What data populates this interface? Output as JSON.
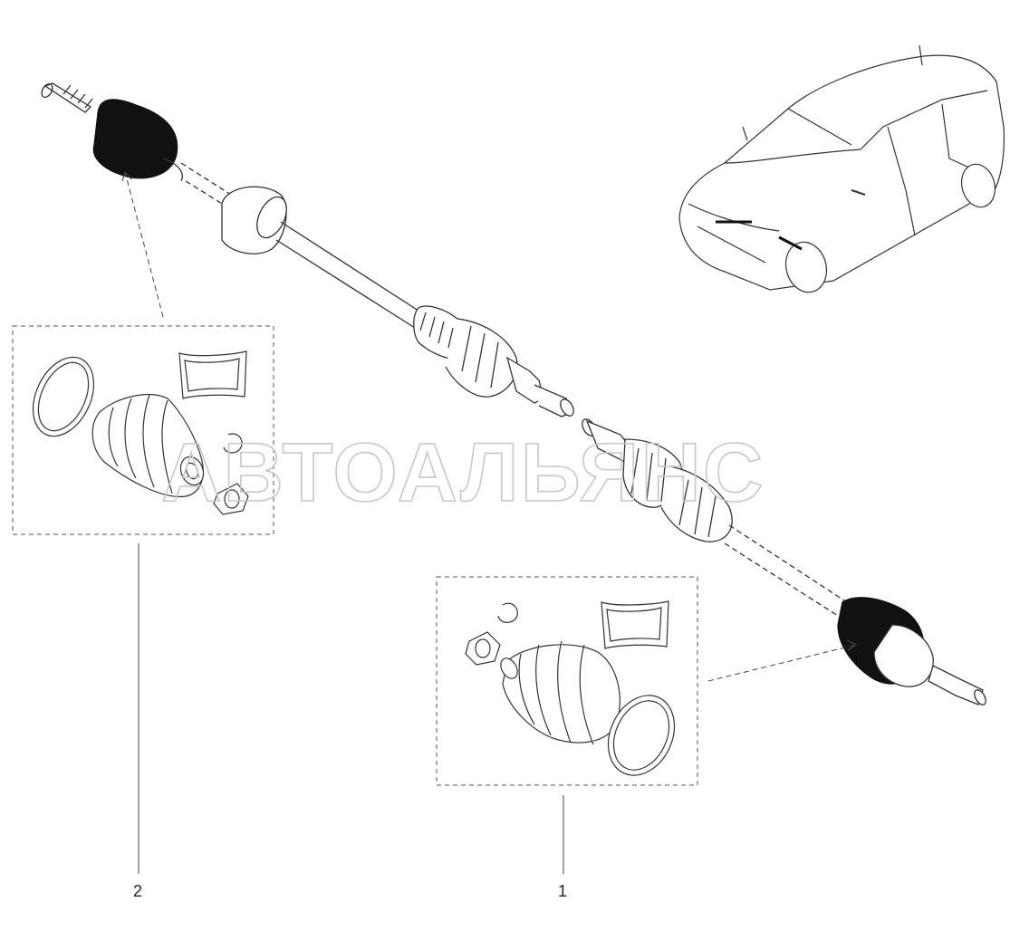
{
  "watermark": "АВТОАЛЬЯНС",
  "callouts": [
    {
      "label": "2"
    },
    {
      "label": "1"
    }
  ],
  "colors": {
    "line": "#333333",
    "boot_fill": "#111111",
    "watermark": "#c8c8c8"
  }
}
